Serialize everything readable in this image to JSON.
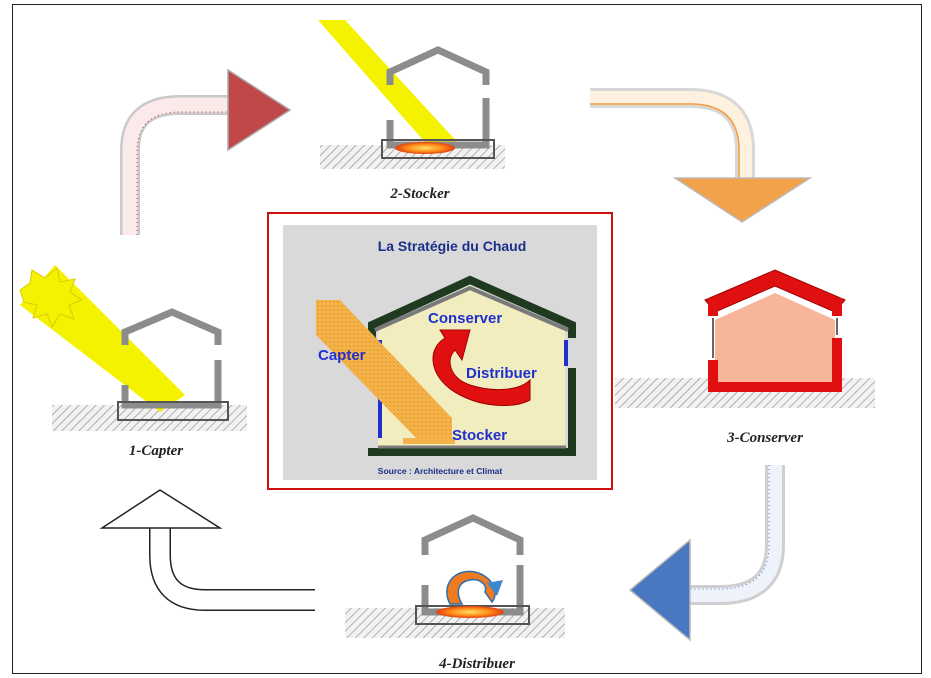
{
  "steps": {
    "capter": "1-Capter",
    "stocker": "2-Stocker",
    "conserver": "3-Conserver",
    "distribuer": "4-Distribuer"
  },
  "center": {
    "title": "La Stratégie du Chaud",
    "labels": {
      "capter": "Capter",
      "conserver": "Conserver",
      "distribuer": "Distribuer",
      "stocker": "Stocker"
    },
    "source": "Source : Architecture et Climat"
  },
  "colors": {
    "frame_border": "#d01010",
    "box_bg": "#d9d9d9",
    "house_fill": "#f2edbf",
    "house_wall": "#1f3a1f",
    "label_blue": "#1f2fd0",
    "sun_yellow": "#f5f200",
    "arrow_red": "#c04848",
    "arrow_orange": "#f2a24a",
    "arrow_blue": "#4a78c0",
    "conserver_red": "#e01010",
    "conserver_pink": "#f7b59a"
  }
}
